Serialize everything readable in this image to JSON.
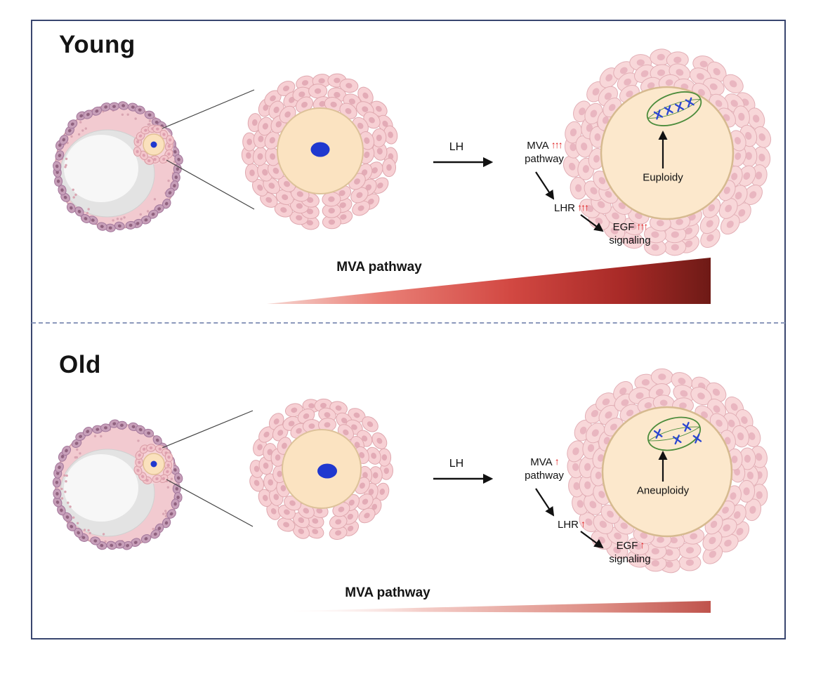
{
  "figure": {
    "panels": {
      "young": {
        "title": "Young",
        "lh_label": "LH",
        "mva": {
          "line1": "MVA",
          "arrows": "↑↑↑",
          "line2": "pathway"
        },
        "lhr": {
          "label": "LHR",
          "arrows": "↑↑↑"
        },
        "egf": {
          "line1": "EGF",
          "arrows": "↑↑↑",
          "line2": "signaling"
        },
        "ploidy": "Euploidy",
        "wedge_label": "MVA pathway"
      },
      "old": {
        "title": "Old",
        "lh_label": "LH",
        "mva": {
          "line1": "MVA",
          "arrows": "↑",
          "line2": "pathway"
        },
        "lhr": {
          "label": "LHR",
          "arrows": "↑"
        },
        "egf": {
          "line1": "EGF",
          "arrows": "↑",
          "line2": "signaling"
        },
        "ploidy": "Aneuploidy",
        "wedge_label": "MVA pathway"
      }
    },
    "colors": {
      "border_navy": "#39466f",
      "divider_blue": "#8b98bb",
      "cumulus_pink": "#f7d0d4",
      "theca_purple": "#c79fb9",
      "oocyte_cream": "#fbe3c1",
      "nucleus_blue": "#2038cf",
      "spindle_green": "#4c8c3c",
      "chromosome_blue": "#2b46d2",
      "up_arrow_red": "#e01f1f",
      "wedge_dark_red": "#6e1a16"
    }
  }
}
